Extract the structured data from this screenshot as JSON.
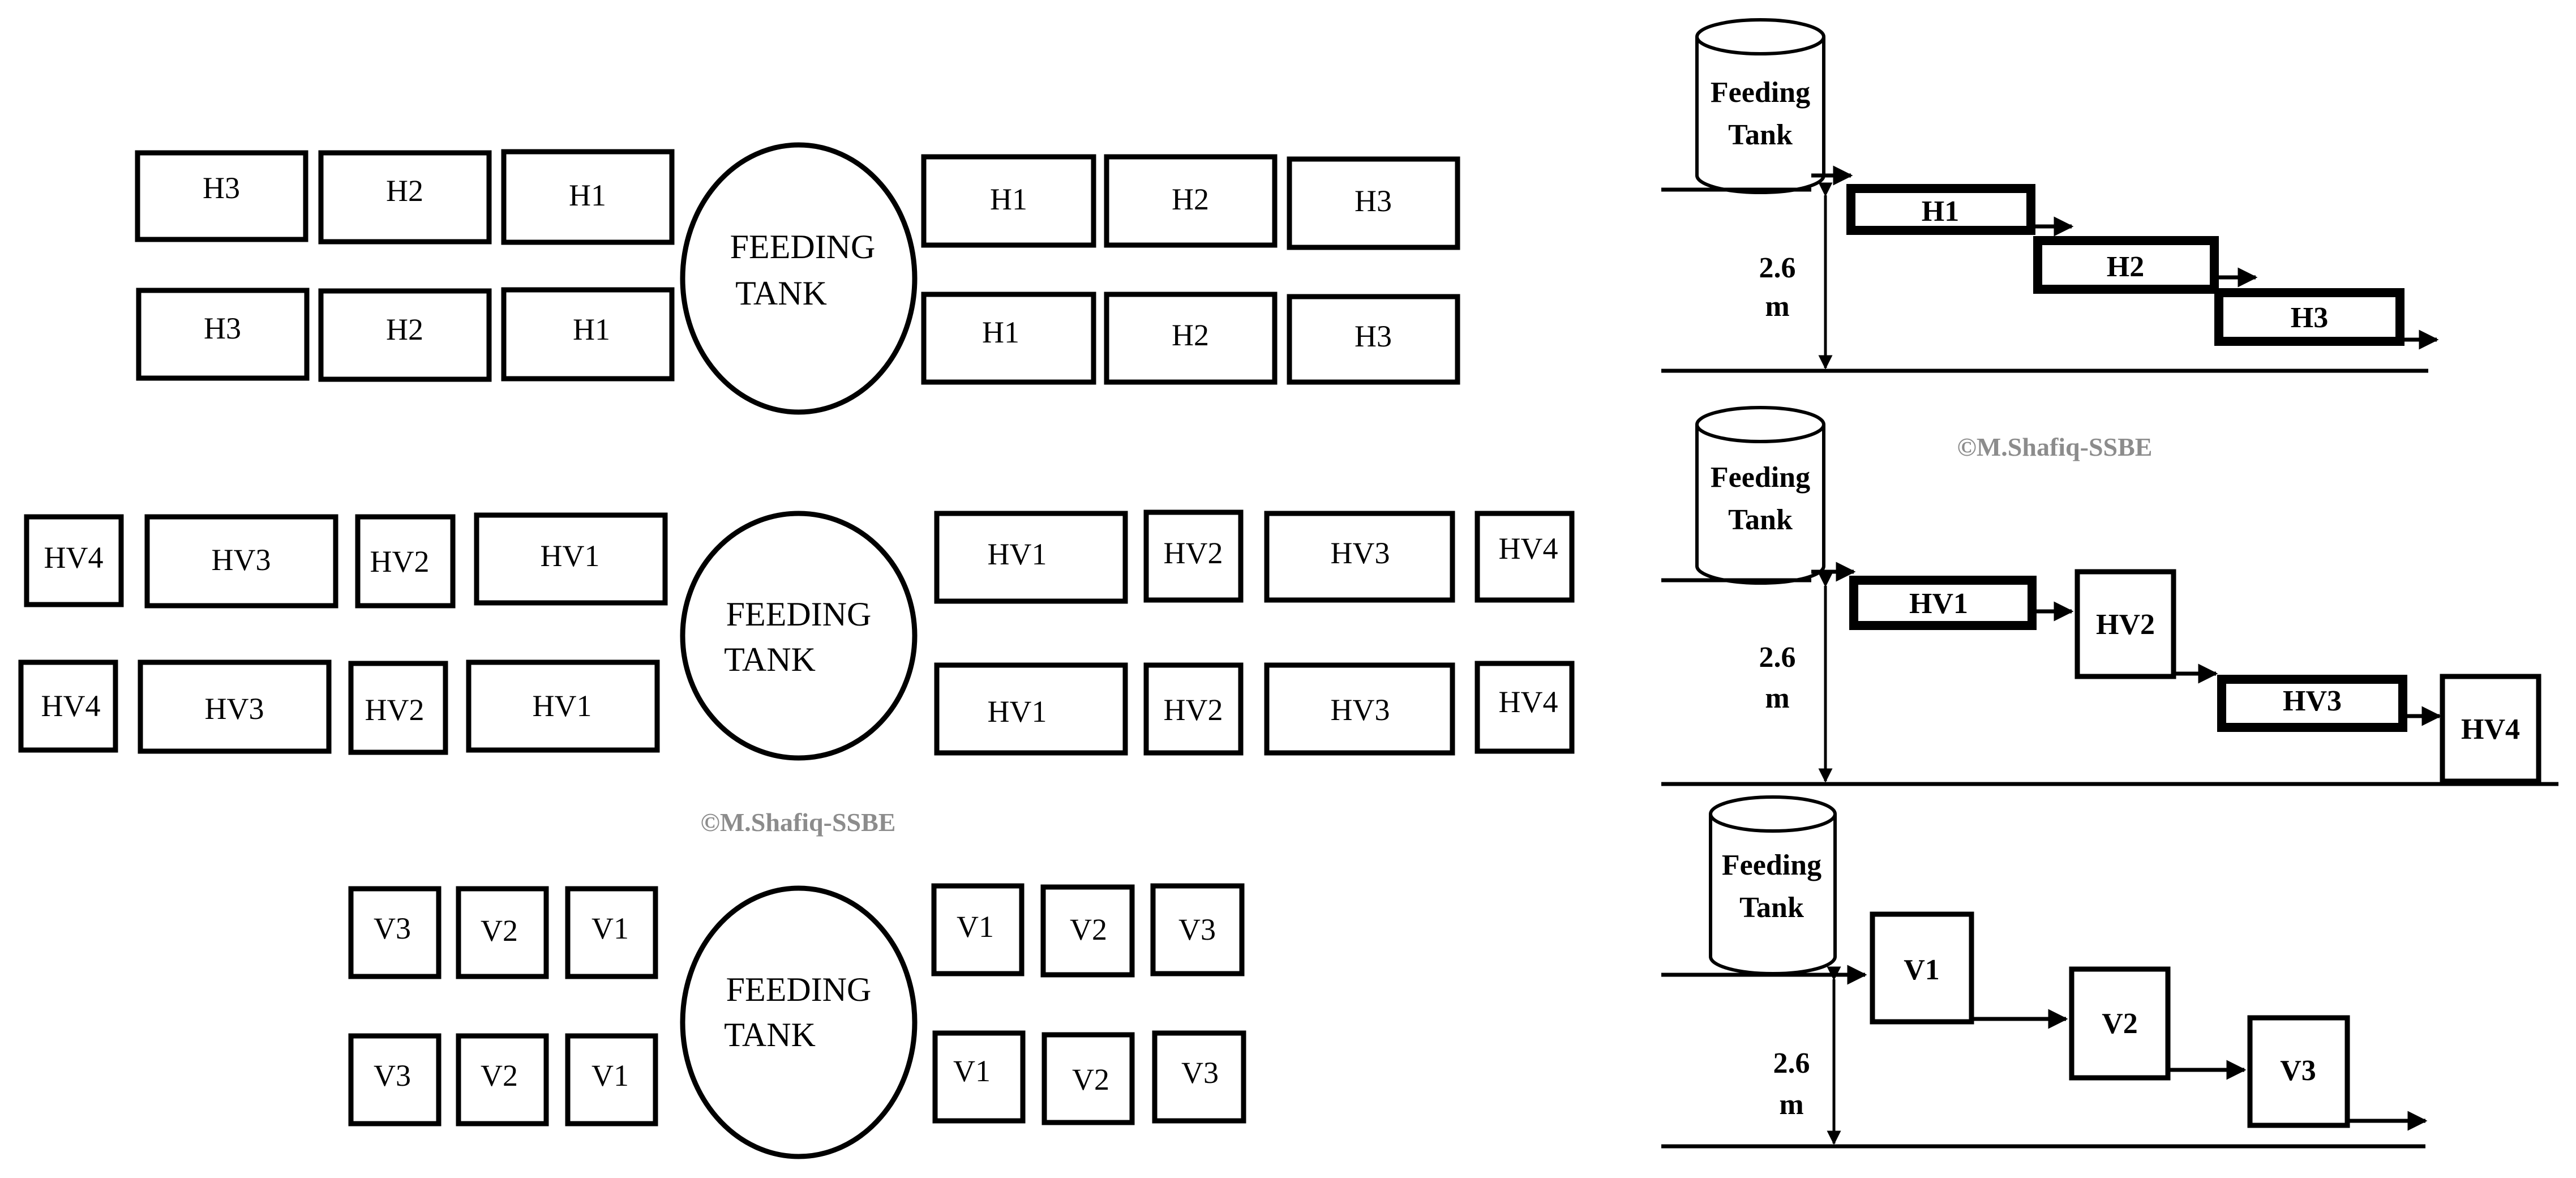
{
  "plan": {
    "tank_label_line1": "FEEDING",
    "tank_label_line2": "TANK",
    "row_h": {
      "top_left": [
        "H3",
        "H2",
        "H1"
      ],
      "top_right": [
        "H1",
        "H2",
        "H3"
      ],
      "bottom_left": [
        "H3",
        "H2",
        "H1"
      ],
      "bottom_right": [
        "H1",
        "H2",
        "H3"
      ]
    },
    "row_hv": {
      "top_left": [
        "HV4",
        "HV3",
        "HV2",
        "HV1"
      ],
      "top_right": [
        "HV1",
        "HV2",
        "HV3",
        "HV4"
      ],
      "bottom_left": [
        "HV4",
        "HV3",
        "HV2",
        "HV1"
      ],
      "bottom_right": [
        "HV1",
        "HV2",
        "HV3",
        "HV4"
      ]
    },
    "row_v": {
      "top_left": [
        "V3",
        "V2",
        "V1"
      ],
      "top_right": [
        "V1",
        "V2",
        "V3"
      ],
      "bottom_left": [
        "V3",
        "V2",
        "V1"
      ],
      "bottom_right": [
        "V1",
        "V2",
        "V3"
      ]
    }
  },
  "watermark": "©M.Shafiq-SSBE",
  "side": {
    "tank_line1": "Feeding",
    "tank_line2": "Tank",
    "height_value": "2.6",
    "height_unit": "m",
    "h_units": [
      "H1",
      "H2",
      "H3"
    ],
    "hv_units": [
      "HV1",
      "HV2",
      "HV3",
      "HV4"
    ],
    "v_units": [
      "V1",
      "V2",
      "V3"
    ]
  }
}
